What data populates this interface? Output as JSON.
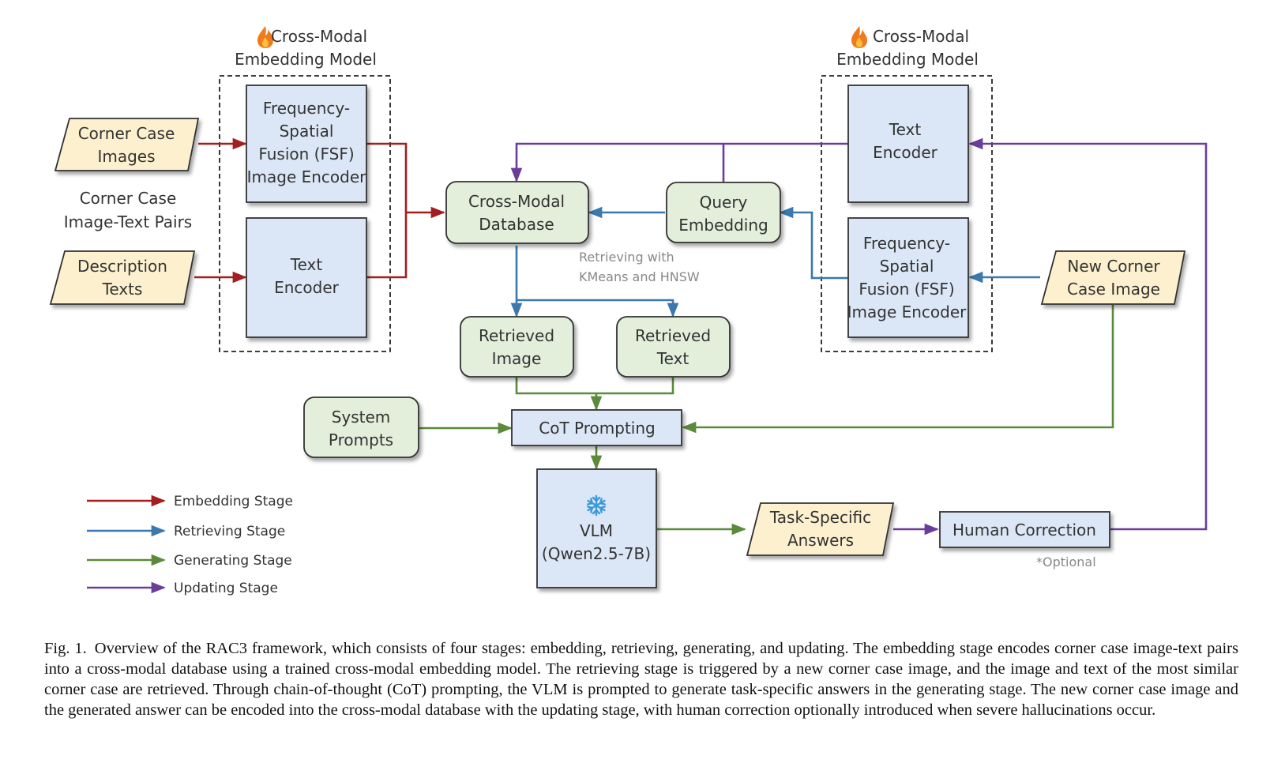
{
  "model_left": {
    "title_line1": "Cross-Modal",
    "title_line2": "Embedding Model",
    "icon": "flame-icon"
  },
  "model_right": {
    "title_line1": "Cross-Modal",
    "title_line2": "Embedding Model",
    "icon": "flame-icon"
  },
  "nodes": {
    "corner_case_images": [
      "Corner Case",
      "Images"
    ],
    "pairs_label": [
      "Corner Case",
      "Image-Text Pairs"
    ],
    "description_texts": [
      "Description",
      "Texts"
    ],
    "fsf_encoder_left": [
      "Frequency-",
      "Spatial",
      "Fusion (FSF)",
      "Image Encoder"
    ],
    "text_encoder_left": [
      "Text",
      "Encoder"
    ],
    "cross_modal_database": [
      "Cross-Modal",
      "Database"
    ],
    "query_embedding": [
      "Query",
      "Embedding"
    ],
    "text_encoder_right": [
      "Text",
      "Encoder"
    ],
    "fsf_encoder_right": [
      "Frequency-",
      "Spatial",
      "Fusion (FSF)",
      "Image Encoder"
    ],
    "new_corner_case_image": [
      "New Corner",
      "Case Image"
    ],
    "retrieved_image": [
      "Retrieved",
      "Image"
    ],
    "retrieved_text": [
      "Retrieved",
      "Text"
    ],
    "system_prompts": [
      "System",
      "Prompts"
    ],
    "cot_prompting": [
      "CoT Prompting"
    ],
    "vlm": [
      "VLM",
      "(Qwen2.5-7B)"
    ],
    "task_specific_answers": [
      "Task-Specific",
      "Answers"
    ],
    "human_correction": [
      "Human Correction"
    ]
  },
  "vlm_icon": "snowflake-icon",
  "retrieving_note": [
    "Retrieving with",
    "KMeans and HNSW"
  ],
  "optional_note": "*Optional",
  "legend": [
    {
      "label": "Embedding Stage",
      "color": "#a31f1f"
    },
    {
      "label": "Retrieving Stage",
      "color": "#3a78ad"
    },
    {
      "label": "Generating Stage",
      "color": "#5a8a3a"
    },
    {
      "label": "Updating Stage",
      "color": "#6b3d9a"
    }
  ],
  "colors": {
    "blue_fill": "#dbe7f6",
    "green_fill": "#e3eedb",
    "yellow_fill": "#fdf0cf",
    "stroke": "#333333"
  },
  "caption": {
    "label": "Fig. 1.",
    "text": "Overview of the RAC3 framework, which consists of four stages: embedding, retrieving, generating, and updating. The embedding stage encodes corner case image-text pairs into a cross-modal database using a trained cross-modal embedding model. The retrieving stage is triggered by a new corner case image, and the image and text of the most similar corner case are retrieved. Through chain-of-thought (CoT) prompting, the VLM is prompted to generate task-specific answers in the generating stage. The new corner case image and the generated answer can be encoded into the cross-modal database with the updating stage, with human correction optionally introduced when severe hallucinations occur."
  }
}
